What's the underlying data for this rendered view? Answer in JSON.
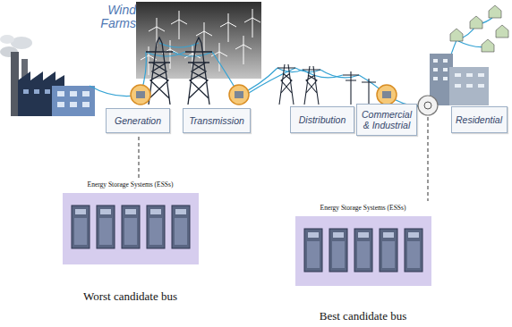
{
  "diagram": {
    "nodes": [
      {
        "text": [
          "Generation"
        ]
      },
      {
        "text": [
          "Transmission"
        ]
      },
      {
        "text": [
          "Distribution"
        ]
      },
      {
        "text": [
          "Commercial & Industrial"
        ]
      },
      {
        "text": [
          "Residential"
        ]
      },
      {
        "text": [
          "Energy Storage Systems (ESSs)"
        ]
      },
      {
        "text": [
          "Energy Storage Systems (ESSs)"
        ]
      }
    ],
    "labels": [
      "Wind Farms",
      "Worst candidate bus",
      "Best candidate bus"
    ]
  }
}
